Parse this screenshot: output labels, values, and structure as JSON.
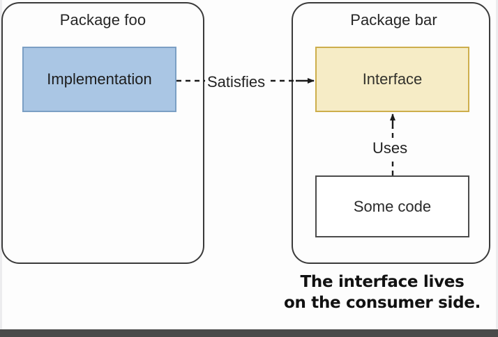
{
  "diagram": {
    "packages": [
      {
        "id": "foo",
        "title": "Package foo"
      },
      {
        "id": "bar",
        "title": "Package bar"
      }
    ],
    "nodes": [
      {
        "id": "implementation",
        "label": "Implementation",
        "fill": "#aac6e4",
        "stroke": "#7b9fc4"
      },
      {
        "id": "interface",
        "label": "Interface",
        "fill": "#f6ecc6",
        "stroke": "#cdae4c"
      },
      {
        "id": "some_code",
        "label": "Some code",
        "fill": "#ffffff",
        "stroke": "#4b4b4b"
      }
    ],
    "edges": [
      {
        "id": "satisfies",
        "label": "Satisfies",
        "from": "implementation",
        "to": "interface",
        "style": "dashed",
        "arrow": "to"
      },
      {
        "id": "uses",
        "label": "Uses",
        "from": "some_code",
        "to": "interface",
        "style": "dashed",
        "arrow": "to"
      }
    ],
    "caption": {
      "line1": "The interface lives",
      "line2": "on the consumer side."
    },
    "colors": {
      "background": "#fdfdfd",
      "outline": "#3a3a3a",
      "bottom_bar": "#4a4a4a",
      "edge_stroke": "#222222"
    }
  }
}
